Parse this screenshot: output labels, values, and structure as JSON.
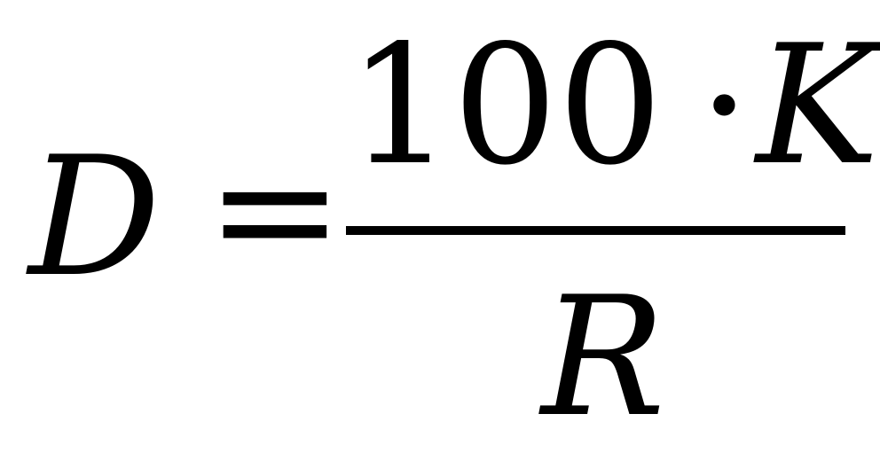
{
  "formula": {
    "lhs": "D",
    "equals": "=",
    "numerator": {
      "number": "100",
      "operator": "·",
      "variable": "K"
    },
    "denominator": "R"
  },
  "colors": {
    "ink": "#000000",
    "background": "#ffffff"
  }
}
